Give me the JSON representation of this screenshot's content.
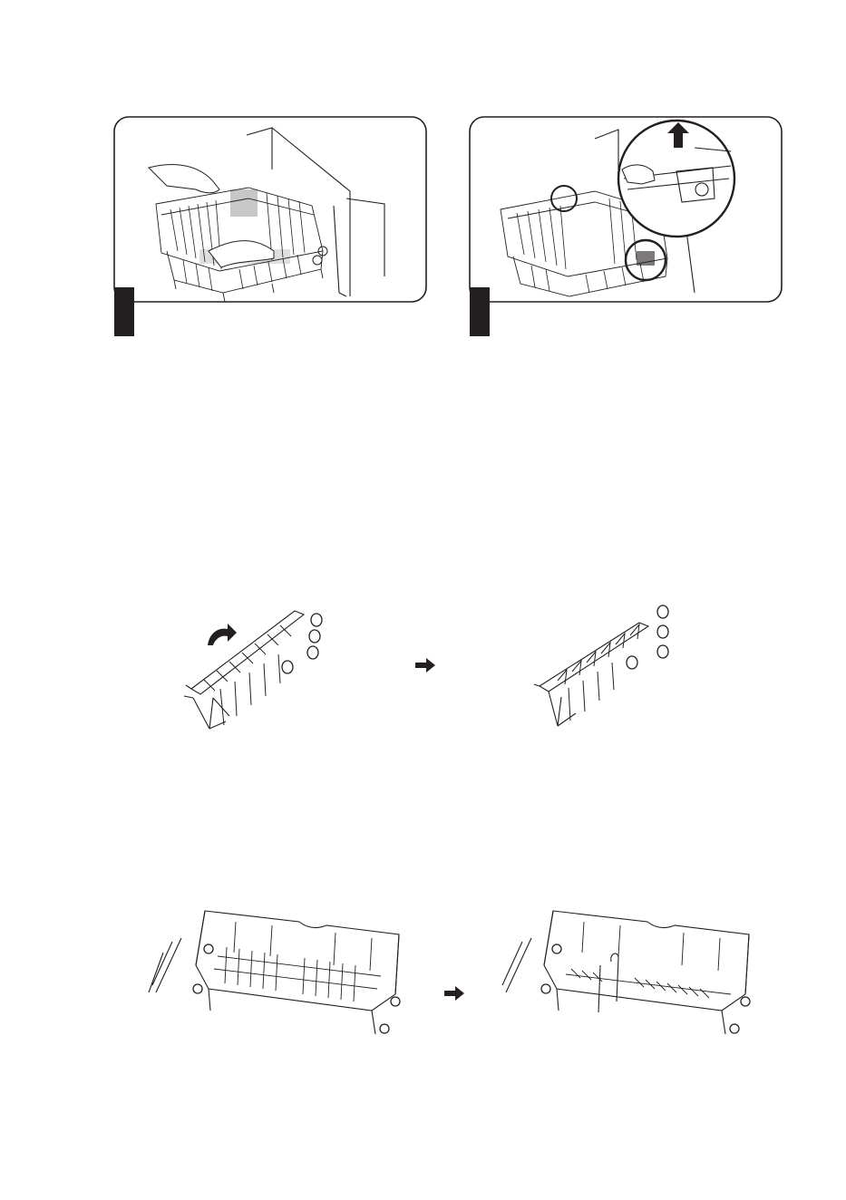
{
  "figures": [
    {
      "id": "remove-upper-rack",
      "description_icon": "hands-lifting-rack-illustration"
    },
    {
      "id": "detach-rack-rollers",
      "description_icon": "rack-with-magnified-release-illustration"
    },
    {
      "id": "fold-tines-before",
      "description_icon": "tine-row-upright-illustration"
    },
    {
      "id": "fold-tines-after",
      "description_icon": "tine-row-folded-illustration"
    },
    {
      "id": "lower-rack-before",
      "description_icon": "lower-rack-tines-up-illustration"
    },
    {
      "id": "lower-rack-after",
      "description_icon": "lower-rack-tines-down-illustration"
    }
  ],
  "colors": {
    "line": "#231f20",
    "panel_border": "#231f20",
    "tab": "#231f20",
    "paper": "#ffffff"
  }
}
